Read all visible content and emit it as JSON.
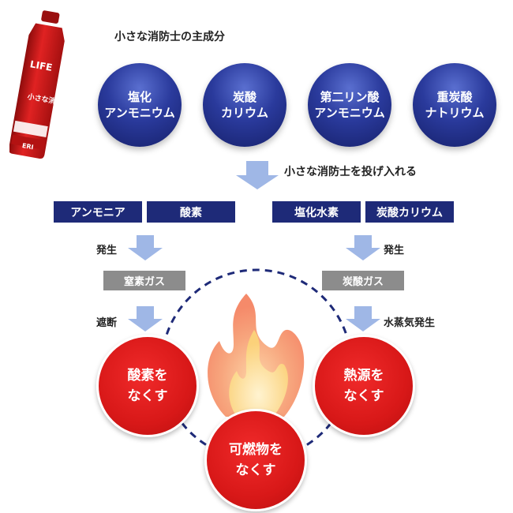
{
  "title": "小さな消防士の主成分",
  "product": {
    "logo_text": "LIFE",
    "name": "小さな消防士",
    "brand": "ERI"
  },
  "ingredients": [
    {
      "label": "塩化\nアンモニウム"
    },
    {
      "label": "炭酸\nカリウム"
    },
    {
      "label": "第二リン酸\nアンモニウム"
    },
    {
      "label": "重炭酸\nナトリウム"
    }
  ],
  "throw_in_label": "小さな消防士を投げ入れる",
  "left_chain": {
    "products": [
      "アンモニア",
      "酸素"
    ],
    "step1_label": "発生",
    "gas": "窒素ガス",
    "step2_label": "遮断",
    "result": "酸素を\nなくす"
  },
  "right_chain": {
    "products": [
      "塩化水素",
      "炭酸カリウム"
    ],
    "step1_label": "発生",
    "gas": "炭酸ガス",
    "step2_label": "水蒸気発生",
    "result": "熱源を\nなくす"
  },
  "center_result": "可燃物を\nなくす",
  "colors": {
    "navy": "#1e2a78",
    "arrow": "#9fb7e6",
    "red": "#d81818",
    "gray": "#8c8c8c"
  }
}
